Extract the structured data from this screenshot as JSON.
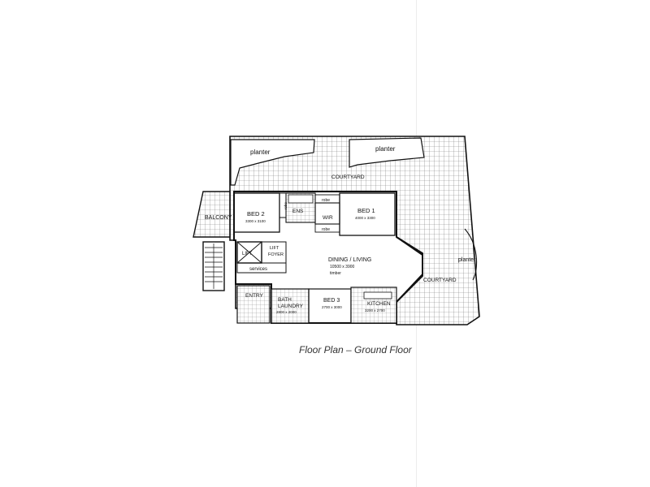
{
  "plan": {
    "caption": "Floor Plan – Ground Floor",
    "rooms": {
      "planter_left": "planter",
      "planter_right": "planter",
      "courtyard_top": "COURTYARD",
      "balcony": "BALCONY",
      "bed2": "BED 2",
      "bed2_size": "3300 x 3100",
      "robe_bed2": "robe",
      "ens": "ENS",
      "wir": "WIR",
      "robe_top": "robe",
      "robe_bottom": "robe",
      "bed1": "BED 1",
      "bed1_size": "4000 x 3300",
      "lift": "LIFT",
      "lift_foyer_1": "LIFT",
      "lift_foyer_2": "FOYER",
      "services": "services",
      "dining_living": "DINING / LIVING",
      "dining_size": "10500 x 3900",
      "dining_floor": "timber",
      "planter_side": "planter",
      "courtyard_side": "COURTYARD",
      "entry": "ENTRY",
      "bath": "BATH",
      "laundry": "LAUNDRY",
      "bath_size": "2800 x 2000",
      "bed3": "BED 3",
      "bed3_size": "2700 x 3000",
      "kitchen": "KITCHEN",
      "kitchen_size": "3200 x 2700"
    }
  }
}
